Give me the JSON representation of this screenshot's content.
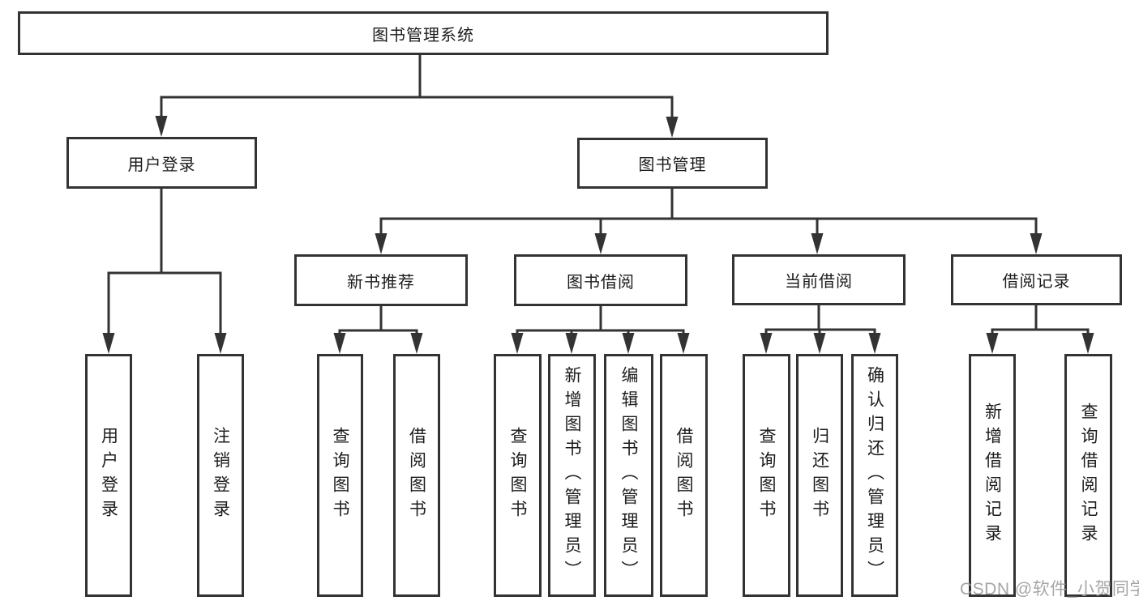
{
  "diagram_title": "图书管理系统",
  "tree": {
    "label": "图书管理系统",
    "children": [
      {
        "label": "用户登录",
        "children": [
          {
            "label": "用户登录"
          },
          {
            "label": "注销登录"
          }
        ]
      },
      {
        "label": "图书管理",
        "children": [
          {
            "label": "新书推荐",
            "children": [
              {
                "label": "查询图书"
              },
              {
                "label": "借阅图书"
              }
            ]
          },
          {
            "label": "图书借阅",
            "children": [
              {
                "label": "查询图书"
              },
              {
                "label": "新增图书（管理员）"
              },
              {
                "label": "编辑图书（管理员）"
              },
              {
                "label": "借阅图书"
              }
            ]
          },
          {
            "label": "当前借阅",
            "children": [
              {
                "label": "查询图书"
              },
              {
                "label": "归还图书"
              },
              {
                "label": "确认归还（管理员）"
              }
            ]
          },
          {
            "label": "借阅记录",
            "children": [
              {
                "label": "新增借阅记录"
              },
              {
                "label": "查询借阅记录"
              }
            ]
          }
        ]
      }
    ]
  },
  "watermark": {
    "text": "CSDN @软件_小贺同学"
  },
  "colors": {
    "line": "#333333",
    "box_border": "#333333",
    "box_fill": "#ffffff",
    "text": "#1c1c1c",
    "watermark": "#9e9e9e",
    "background": "#ffffff"
  }
}
